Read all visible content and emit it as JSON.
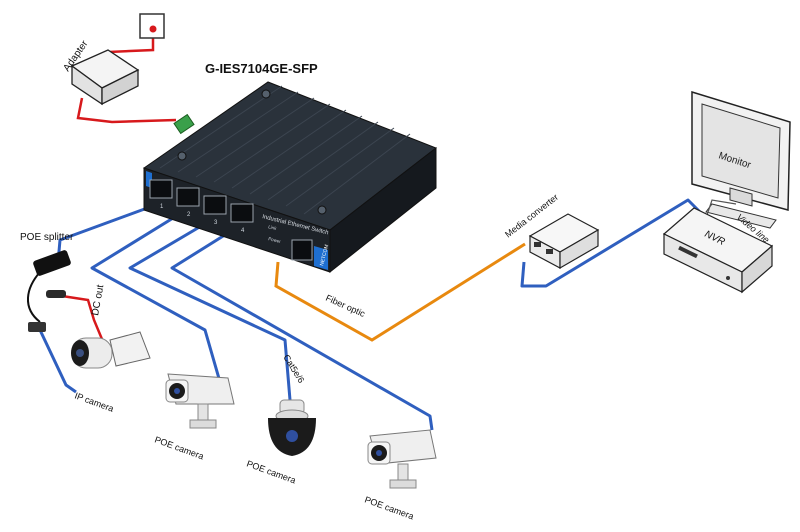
{
  "title": "G-IES7104GE-SFP",
  "labels": {
    "adapter": "Adapter",
    "poe_splitter": "POE splitter",
    "dc_out": "DC out",
    "ip_camera": "IP camera",
    "poe_camera_1": "POE camera",
    "poe_camera_2": "POE camera",
    "poe_camera_3": "POE camera",
    "cable_cat": "Cat5e/6",
    "fiber_optic": "Fiber optic",
    "media_converter": "Media converter",
    "monitor": "Monitor",
    "video_line": "Video line",
    "nvr": "NVR"
  },
  "switch": {
    "panel_text": "Industrial Ethernet Switch",
    "brand": "NETCOM",
    "port_numbers": [
      "1",
      "2",
      "3",
      "4"
    ],
    "led_labels": [
      "Link",
      "Power"
    ]
  },
  "colors": {
    "ethernet_cable": "#2f5fbf",
    "fiber_cable": "#e8890f",
    "power_cable": "#d7191c",
    "switch_body": "#222a33",
    "switch_accent": "#1e6fd1"
  }
}
